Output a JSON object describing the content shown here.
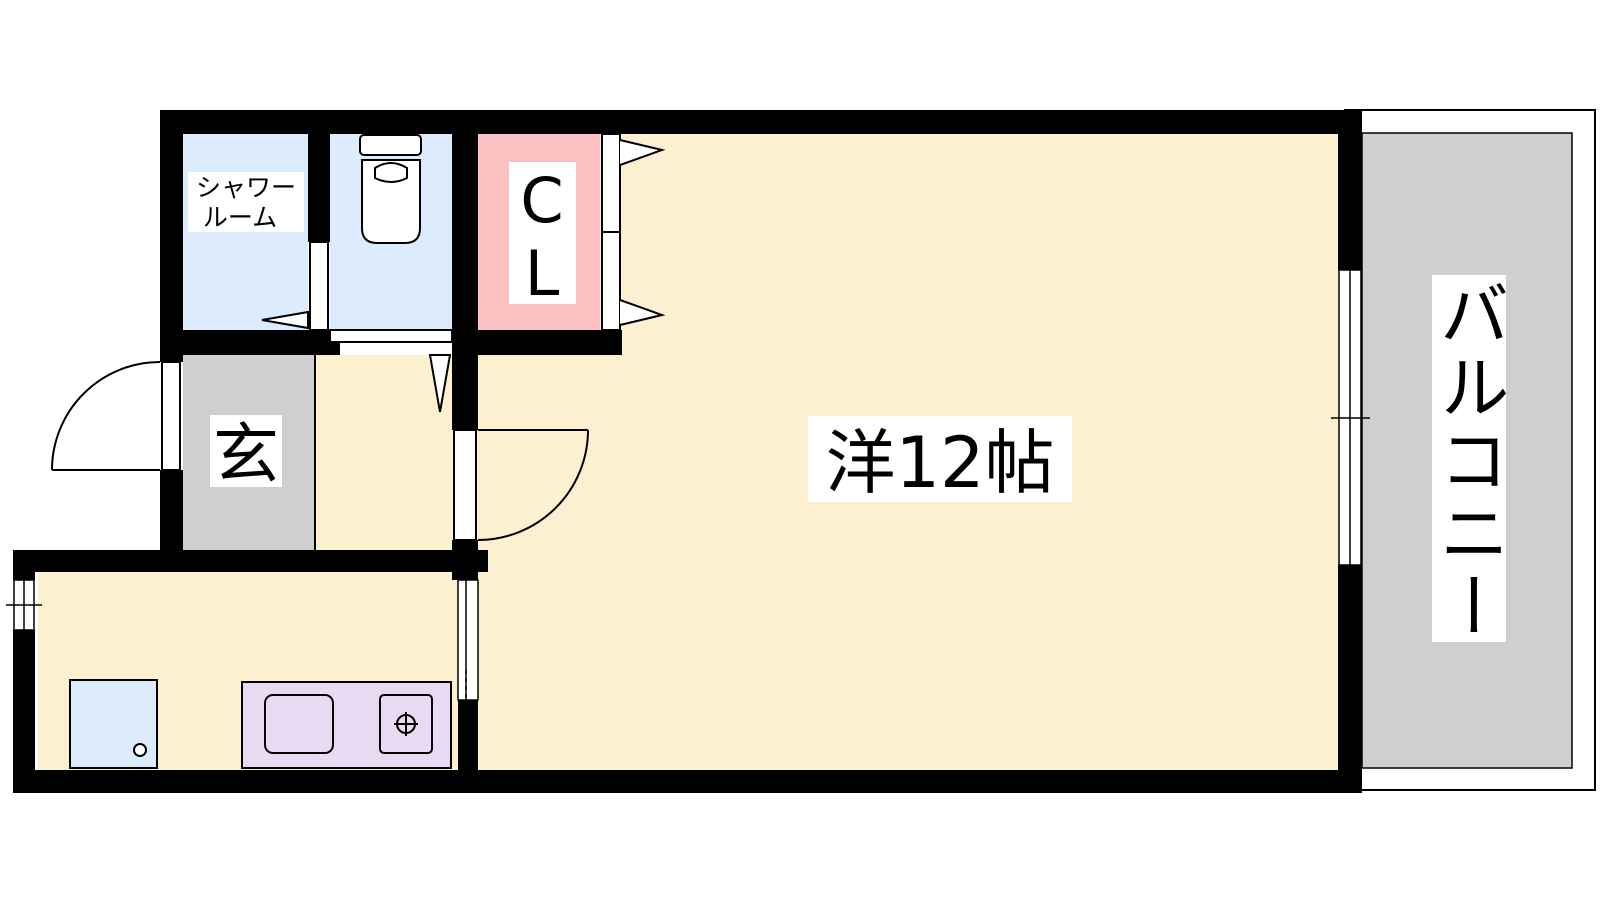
{
  "rooms": {
    "shower_line1": "シャワー",
    "shower_line2": "ルーム",
    "closet_line1": "C",
    "closet_line2": "L",
    "entrance": "玄",
    "western_room": "洋12帖",
    "balcony": "バルコニー"
  },
  "colors": {
    "wall": "#000000",
    "western_floor": "#fdf0d1",
    "wet_area": "#dcecfc",
    "closet": "#fbc1c1",
    "entrance_floor": "#cfcfcf",
    "balcony_floor": "#cfcfcf",
    "kitchen_counter": "#ead9f3",
    "fridge": "#dcecfc"
  },
  "icons": [
    "toilet-icon",
    "stove-icon",
    "sink-icon",
    "washer-icon",
    "door-swing-icon",
    "window-icon"
  ]
}
